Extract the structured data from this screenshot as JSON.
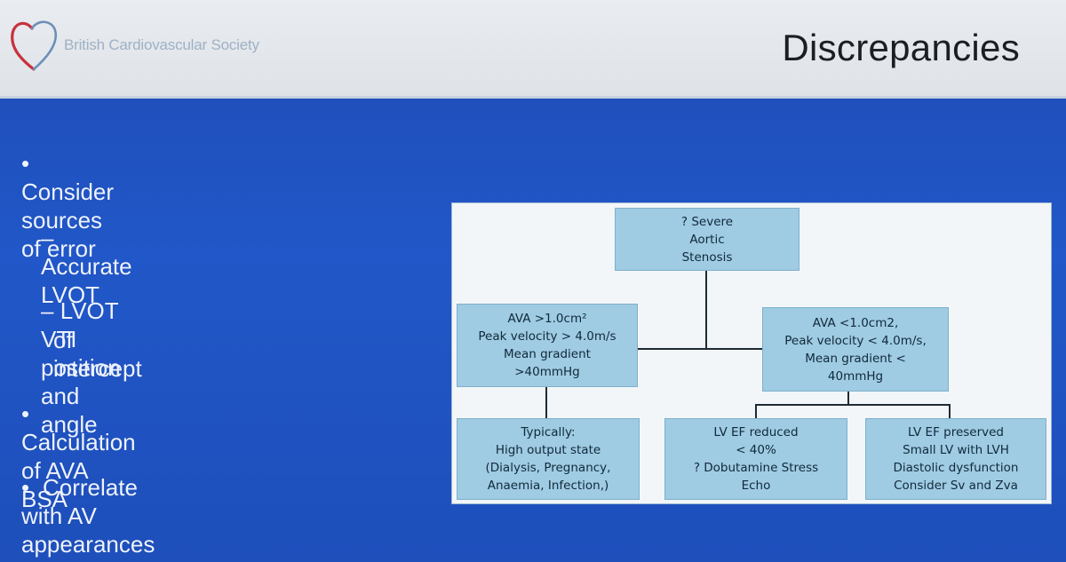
{
  "header": {
    "org_name": "British Cardiovascular Society",
    "title": "Discrepancies"
  },
  "bullets": [
    {
      "type": "main",
      "text": "Consider sources of error"
    },
    {
      "type": "sub",
      "text": "Accurate LVOT"
    },
    {
      "type": "sub",
      "lines": [
        "LVOT VTI position and angle",
        "of intercept"
      ]
    },
    {
      "type": "main",
      "text": "Calculation of AVA BSA"
    },
    {
      "type": "main",
      "text": "Correlate with AV appearances"
    }
  ],
  "flowchart": {
    "root": {
      "lines": [
        "? Severe",
        "Aortic",
        "Stenosis"
      ]
    },
    "left": {
      "lines": [
        "AVA >1.0cm²",
        "Peak velocity > 4.0m/s",
        "Mean gradient",
        ">40mmHg"
      ]
    },
    "right": {
      "lines": [
        "AVA <1.0cm2,",
        "Peak velocity < 4.0m/s,",
        "Mean gradient <",
        "40mmHg"
      ]
    },
    "left_child": {
      "lines": [
        "Typically:",
        "High output state",
        "(Dialysis, Pregnancy,",
        "Anaemia, Infection,)"
      ]
    },
    "right_child_1": {
      "lines": [
        "LV EF reduced",
        "< 40%",
        "? Dobutamine Stress",
        "Echo"
      ]
    },
    "right_child_2": {
      "lines": [
        "LV EF preserved",
        "Small LV with LVH",
        "Diastolic dysfunction",
        "Consider Sv and Zva"
      ]
    }
  },
  "colors": {
    "slide_background": "#2157c8",
    "header_background": "#e9ecf0",
    "box_fill": "#9fcbe3",
    "logo_red": "#c8323c",
    "logo_blue": "#6c8fb8"
  },
  "icons": [
    "heart-logo-icon"
  ]
}
